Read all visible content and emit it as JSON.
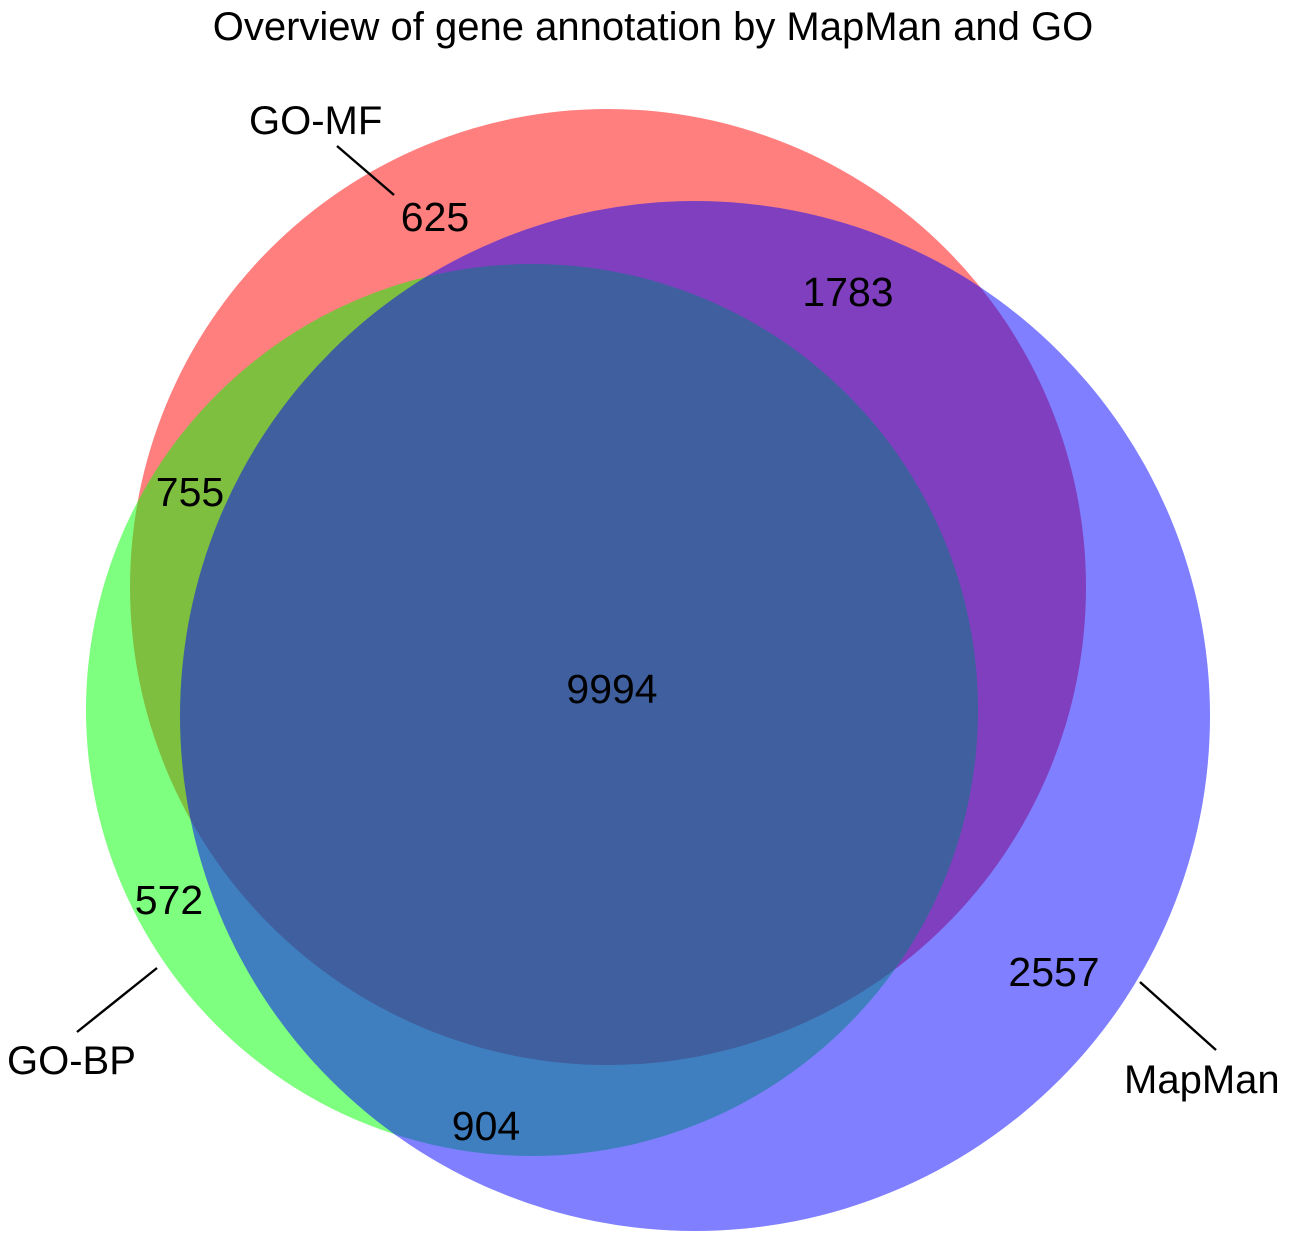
{
  "title": "Overview of gene annotation by MapMan and GO",
  "colors": {
    "go_mf": "#ff0000",
    "go_bp": "#00ff00",
    "mapman": "#0000ff",
    "background": "#ffffff"
  },
  "sets": {
    "go_mf": "GO-MF",
    "go_bp": "GO-BP",
    "mapman": "MapMan"
  },
  "regions": {
    "go_mf_only": "625",
    "go_bp_only": "572",
    "mapman_only": "2557",
    "go_mf_go_bp": "755",
    "go_mf_mapman": "1783",
    "go_bp_mapman": "904",
    "all_three": "9994"
  }
}
